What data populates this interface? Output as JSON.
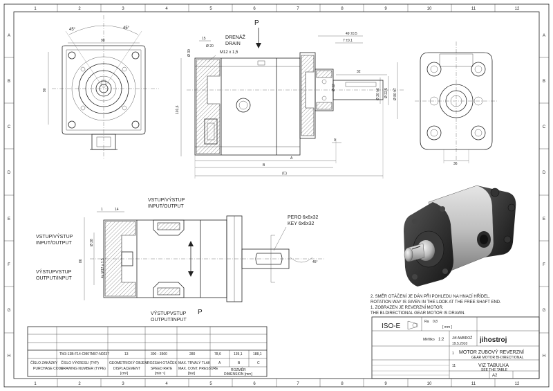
{
  "grid": {
    "columns": [
      "1",
      "2",
      "3",
      "4",
      "5",
      "6",
      "7",
      "8",
      "9",
      "10",
      "11",
      "12"
    ],
    "rows": [
      "A",
      "B",
      "C",
      "D",
      "E",
      "F",
      "G",
      "H"
    ]
  },
  "front_view": {
    "angle_left": "45°",
    "angle_right": "45°",
    "dim_width": "90",
    "dim_height": "90"
  },
  "side_view": {
    "arrow_label": "P",
    "drain_label_cz": "DRENÁŽ",
    "drain_label_en": "DRAIN",
    "drain_thread": "M12 x 1,5",
    "dim_15": "15",
    "dim_d20": "Ø 20",
    "dim_d30": "Ø 30",
    "dim_49": "49 ±0,5",
    "dim_7": "7 ±0,1",
    "dim_32": "32",
    "dim_d12": "Ø 12",
    "dim_d20h": "Ø 20 h6",
    "dim_d225": "Ø 22,5",
    "dim_d80": "Ø 80 h7",
    "dim_9": "9",
    "dim_1016": "101,6",
    "dim_A": "A",
    "dim_B": "B",
    "dim_C": "(C)"
  },
  "rear_view": {
    "dim_36": "36"
  },
  "bottom_view": {
    "inlet_top_cz": "VSTUP/VÝSTUP",
    "inlet_top_en": "INPUT/OUTPUT",
    "inlet_left_cz": "VSTUP/VÝSTUP",
    "inlet_left_en": "INPUT/OUTPUT",
    "outlet_left_cz": "VÝSTUPVSTUP",
    "outlet_left_en": "OUTPUT/INPUT",
    "outlet_bottom_cz": "VÝSTUPVSTUP",
    "outlet_bottom_en": "OUTPUT/INPUT",
    "key_cz": "PERO 6x6x32",
    "key_en": "KEY 6x6x32",
    "dim_d28": "Ø 28",
    "dim_thread": "4x M12 x 1,5",
    "dim_86": "86",
    "dim_1": "1",
    "dim_14": "14",
    "arrow_label": "P",
    "dim_angle": "45°"
  },
  "notes": [
    "2.  SMĚR OTÁČENÍ JE DÁN PŘI POHLEDU NA HNACÍ HŘÍDEL.",
    "     ROTATION WAY IS GIVEN IN THE LOOK AT THE FREE SHAFT END.",
    "1.  ZOBRAZEN JE REVERZNÍ MOTOR.",
    "     THE BI-DIRECTIONAL GEAR MOTOR IS DRAWN."
  ],
  "table": {
    "row_values": [
      "TM3-13B-F14-CM07M07-N0237",
      "13",
      "300 - 3500",
      "280",
      "78,6",
      "139,1",
      "188,1"
    ],
    "headers": [
      {
        "cz": "ČÍSLO ZAKÁZKY",
        "en": "PURCHASE CODE"
      },
      {
        "cz": "ČÍSLO VÝKRESU (TYP)",
        "en": "DRAWING NUMBER (TYPE)"
      },
      {
        "cz": "GEOMETRICKÝ OBJEM",
        "en": "DISPLACEMENT",
        "unit": "[cm³]"
      },
      {
        "cz": "ROZSAH OTÁČEK",
        "en": "SPEED RATE",
        "unit": "[min⁻¹]"
      },
      {
        "cz": "MAX. TRVALÝ TLAK",
        "en": "MAX. CONT. PRESSURE",
        "unit": "[bar]"
      }
    ],
    "dim_cols": [
      "A",
      "B",
      "C"
    ],
    "dim_caption_cz": "ROZMĚR",
    "dim_caption_en": "DIMENSION [mm]"
  },
  "title_block": {
    "iso": "ISO-E",
    "ra_label": "Ra",
    "ra_value": "0,8",
    "unit": "[ mm ]",
    "scale_label": "Měřítko",
    "scale_value": "1:2",
    "author": "Jiří AMBROŽ",
    "date": "19.5.2010",
    "company": "jihostroj",
    "title_cz": "MOTOR ZUBOVÝ REVERZNÍ",
    "title_en": "GEAR MOTOR BI-DIRECTIONAL",
    "number_cz": "VIZ TABULKA",
    "number_en": "SEE THE TABLE",
    "sheet_size": "A2",
    "sheet_count": "1",
    "sheet_no": "11"
  }
}
